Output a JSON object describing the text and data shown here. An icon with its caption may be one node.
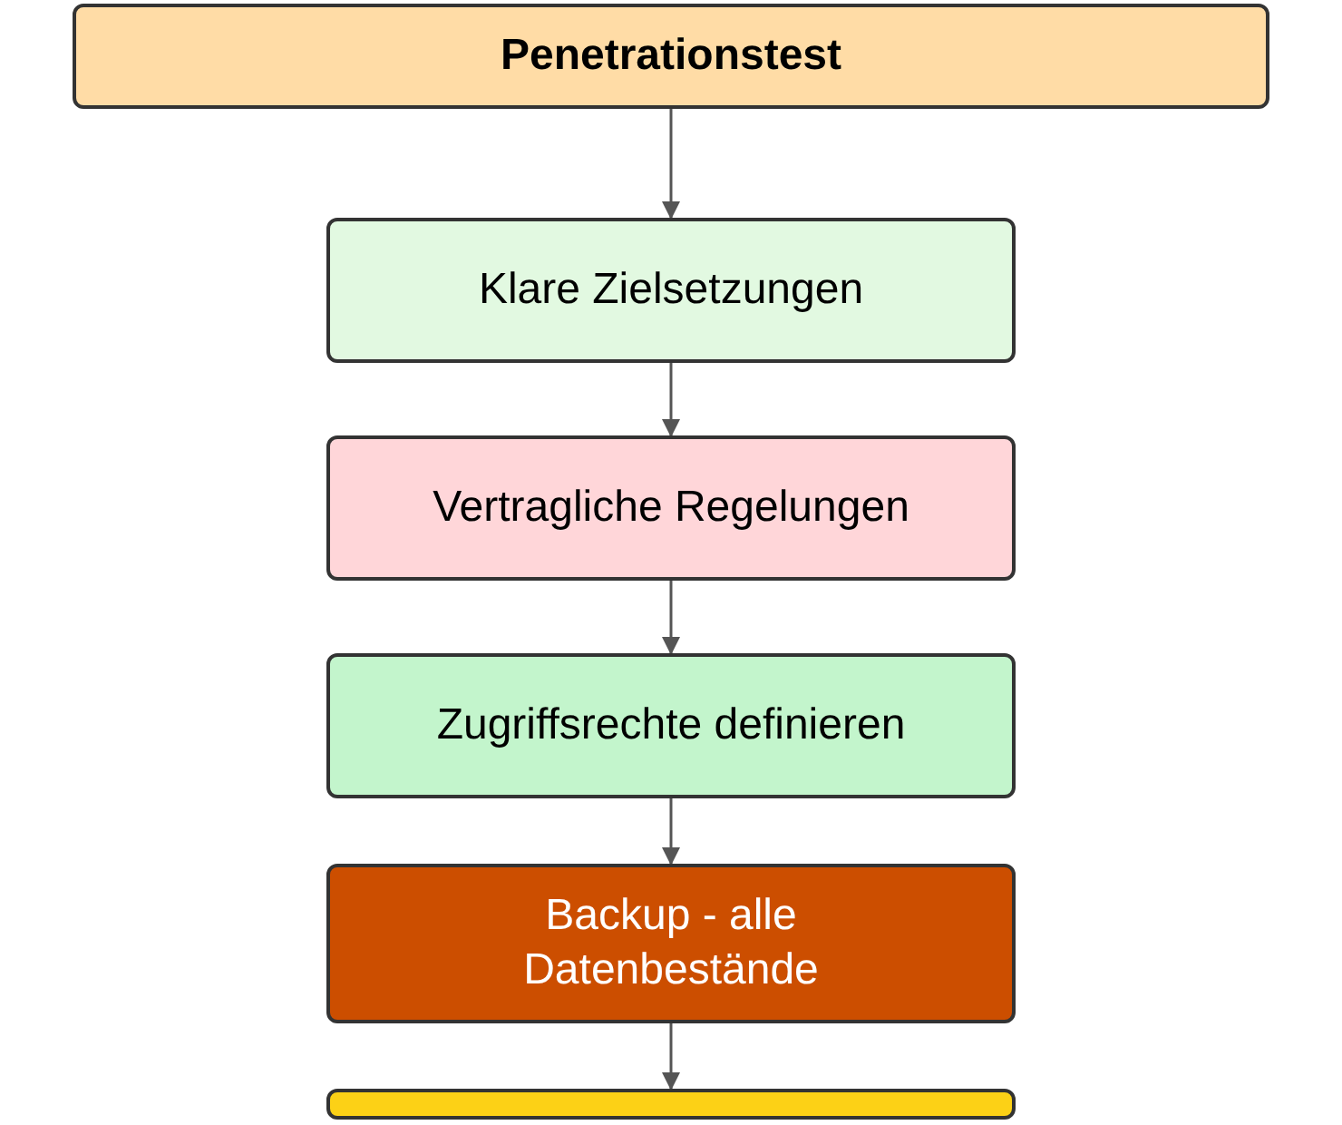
{
  "diagram": {
    "nodes": [
      {
        "text": [
          "Penetrationstest"
        ]
      },
      {
        "text": [
          "Klare Zielsetzungen"
        ]
      },
      {
        "text": [
          "Vertragliche Regelungen"
        ]
      },
      {
        "text": [
          "Zugriffsrechte definieren"
        ]
      },
      {
        "text": [
          "Backup - alle Datenbestände"
        ]
      },
      {
        "text": [],
        "shape": "box"
      }
    ],
    "edges": [
      {
        "from": 0,
        "to": 1,
        "arrow": "to"
      },
      {
        "from": 1,
        "to": 2,
        "arrow": "to"
      },
      {
        "from": 2,
        "to": 3,
        "arrow": "to"
      },
      {
        "from": 3,
        "to": 4,
        "arrow": "to"
      },
      {
        "from": 4,
        "to": 5,
        "arrow": "to"
      }
    ]
  }
}
